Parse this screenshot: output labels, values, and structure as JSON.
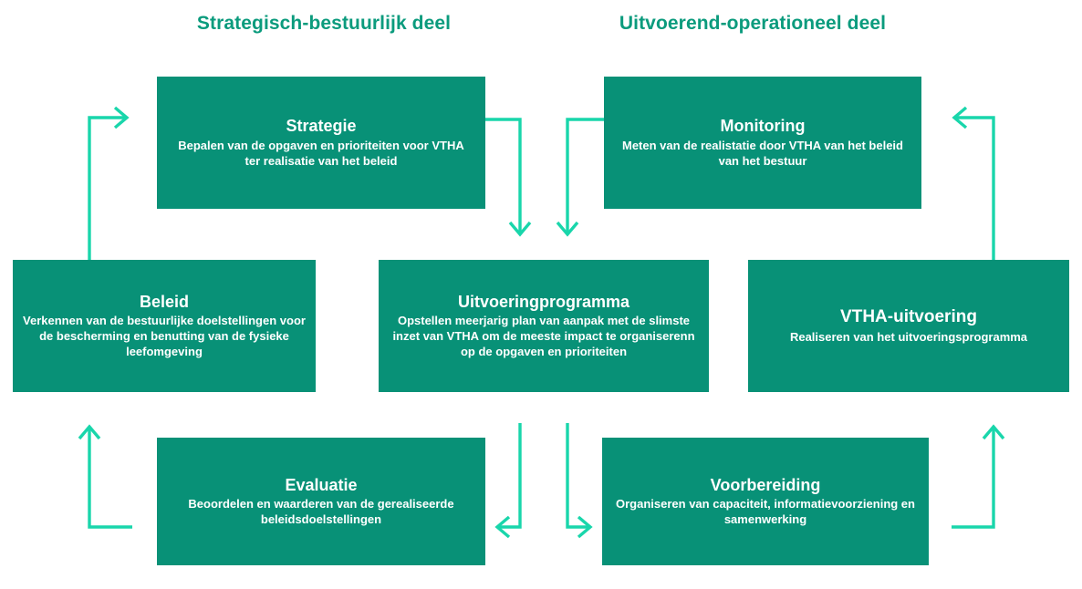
{
  "headers": {
    "left": "Strategisch-bestuurlijk deel",
    "right": "Uitvoerend-operationeel deel"
  },
  "colors": {
    "box_green": "#089177",
    "arrow_teal": "#19d6ab",
    "header_green": "#0b9b7d",
    "box_text": "#ffffff",
    "background": "#ffffff"
  },
  "nodes": {
    "strategie": {
      "title": "Strategie",
      "desc": "Bepalen van de opgaven en prioriteiten voor VTHA ter realisatie van het beleid"
    },
    "monitoring": {
      "title": "Monitoring",
      "desc": "Meten van de realistatie door VTHA van het beleid van het bestuur"
    },
    "beleid": {
      "title": "Beleid",
      "desc": "Verkennen van de bestuurlijke doelstellingen voor de bescherming en benutting van de fysieke leefomgeving"
    },
    "uitvoeringprogramma": {
      "title": "Uitvoeringprogramma",
      "desc": "Opstellen meerjarig plan van aanpak met de slimste inzet van VTHA om de meeste impact te organiserenn op de opgaven en prioriteiten"
    },
    "vtha_uitvoering": {
      "title": "VTHA-uitvoering",
      "desc": "Realiseren van het uitvoeringsprogramma"
    },
    "evaluatie": {
      "title": "Evaluatie",
      "desc": "Beoordelen en waarderen van de gerealiseerde beleidsdoelstellingen"
    },
    "voorbereiding": {
      "title": "Voorbereiding",
      "desc": "Organiseren van capaciteit, informatievoorziening en samenwerking"
    }
  },
  "arrows": [
    {
      "name": "beleid-to-strategie",
      "direction": "right"
    },
    {
      "name": "strategie-to-uitvoeringprogramma",
      "direction": "down"
    },
    {
      "name": "monitoring-to-uitvoeringprogramma",
      "direction": "down"
    },
    {
      "name": "vtha-uitvoering-to-monitoring",
      "direction": "left"
    },
    {
      "name": "evaluatie-to-beleid",
      "direction": "up"
    },
    {
      "name": "uitvoeringprogramma-to-evaluatie",
      "direction": "left"
    },
    {
      "name": "uitvoeringprogramma-to-voorbereiding",
      "direction": "right"
    },
    {
      "name": "voorbereiding-to-vtha-uitvoering",
      "direction": "up"
    }
  ]
}
